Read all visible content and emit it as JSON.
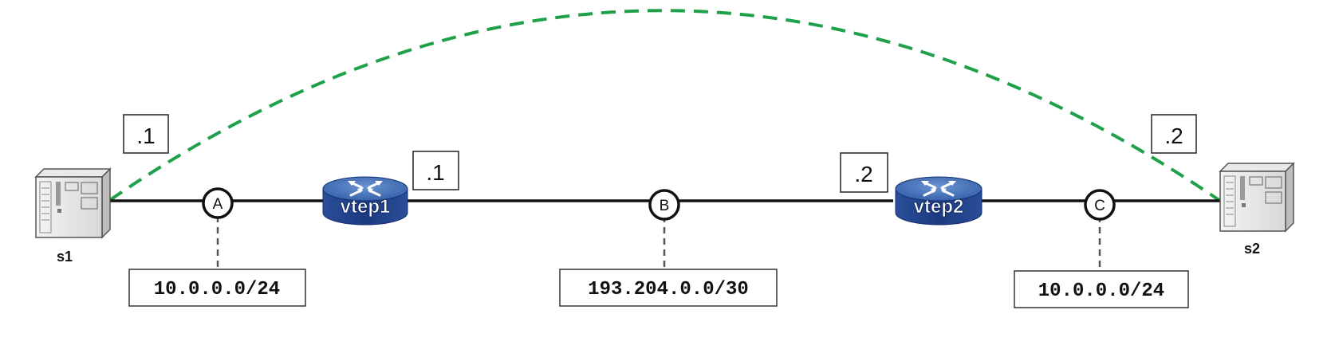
{
  "hosts": [
    {
      "id": "s1",
      "label": "s1",
      "address": ".1"
    },
    {
      "id": "s2",
      "label": "s2",
      "address": ".2"
    }
  ],
  "routers": [
    {
      "id": "vtep1",
      "label": "vtep1",
      "address": ".1"
    },
    {
      "id": "vtep2",
      "label": "vtep2",
      "address": ".2"
    }
  ],
  "segments": [
    {
      "id": "A",
      "label": "A",
      "subnet": "10.0.0.0/24"
    },
    {
      "id": "B",
      "label": "B",
      "subnet": "193.204.0.0/30"
    },
    {
      "id": "C",
      "label": "C",
      "subnet": "10.0.0.0/24"
    }
  ],
  "colors": {
    "tunnel": "#1fa14a",
    "link": "#111111",
    "router_top": "#3f6fb5",
    "router_side": "#1d3f86"
  },
  "icons": {
    "host": "server-icon",
    "router": "router-icon"
  }
}
